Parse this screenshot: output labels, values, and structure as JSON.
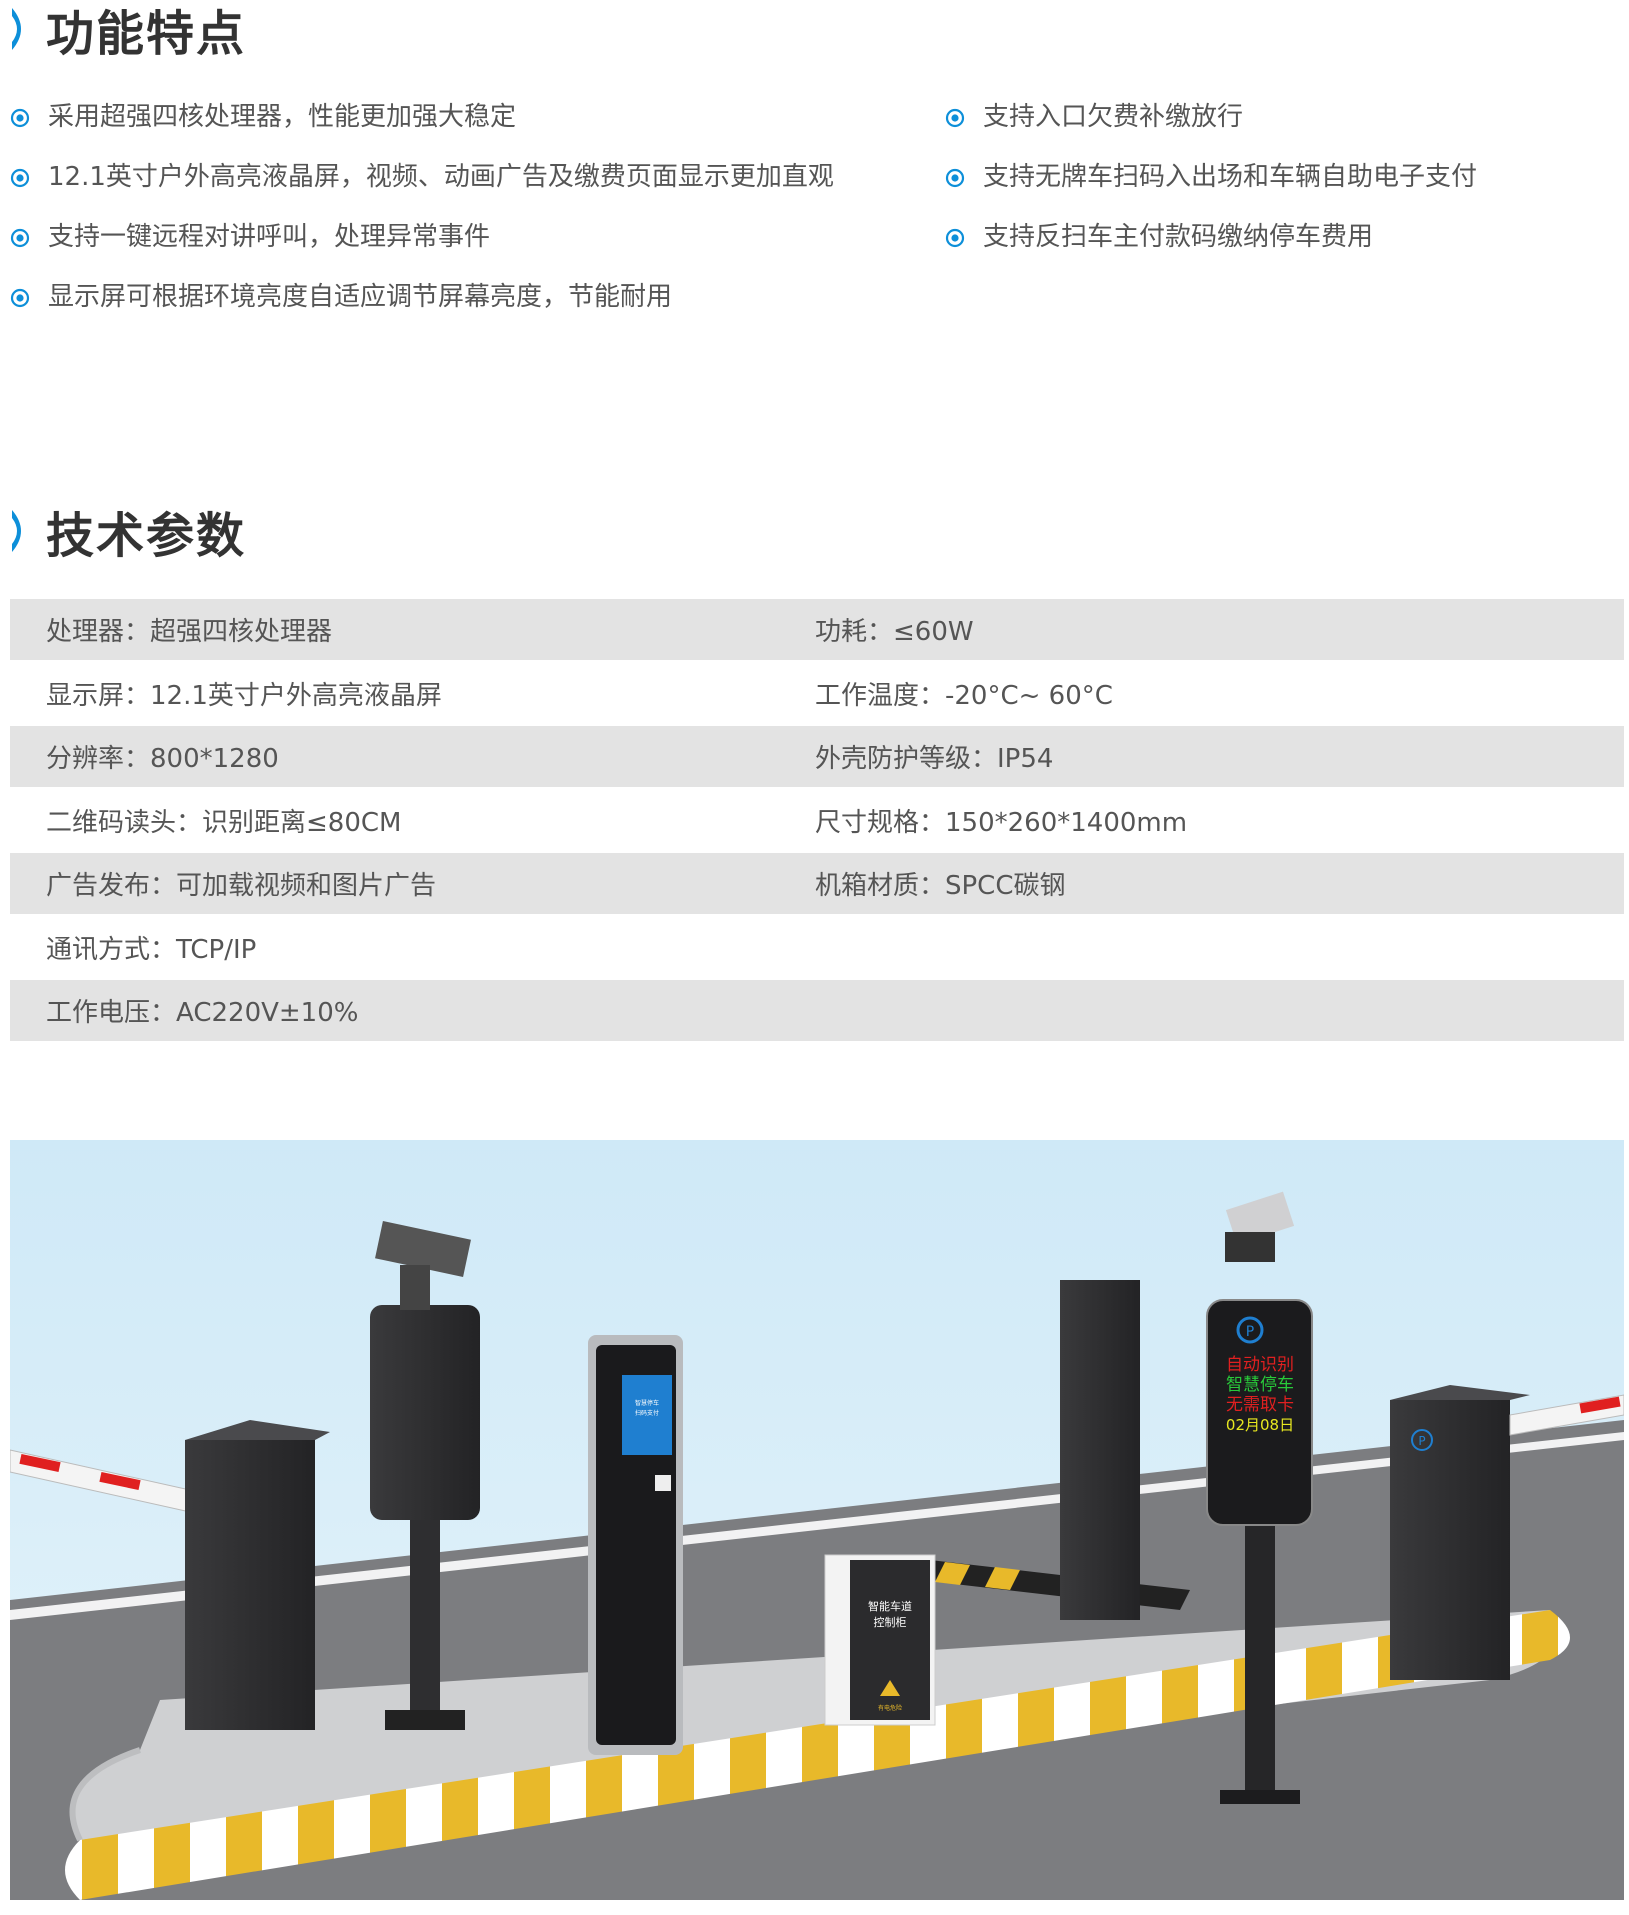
{
  "features": {
    "title": "功能特点",
    "left": [
      "采用超强四核处理器，性能更加强大稳定",
      "12.1英寸户外高亮液晶屏，视频、动画广告及缴费页面显示更加直观",
      "支持一键远程对讲呼叫，处理异常事件",
      "显示屏可根据环境亮度自适应调节屏幕亮度，节能耐用"
    ],
    "right": [
      "支持入口欠费补缴放行",
      "支持无牌车扫码入出场和车辆自助电子支付",
      "支持反扫车主付款码缴纳停车费用"
    ]
  },
  "specs": {
    "title": "技术参数",
    "rows": [
      [
        "处理器：超强四核处理器",
        "功耗：≤60W"
      ],
      [
        "显示屏：12.1英寸户外高亮液晶屏",
        "工作温度：-20°C~ 60°C"
      ],
      [
        "分辨率：800*1280",
        "外壳防护等级：IP54"
      ],
      [
        "二维码读头：识别距离≤80CM",
        "尺寸规格：150*260*1400mm"
      ],
      [
        "广告发布：可加载视频和图片广告",
        "机箱材质：SPCC碳钢"
      ],
      [
        "通讯方式：TCP/IP",
        ""
      ],
      [
        "工作电压：AC220V±10%",
        ""
      ]
    ]
  },
  "scene": {
    "kiosk_screen_line1": "智慧停车",
    "kiosk_screen_line2": "扫码支付",
    "cabinet_label_line1": "智能车道",
    "cabinet_label_line2": "控制柜",
    "cabinet_warning": "有电危险",
    "display_line1": "自动识别",
    "display_line2": "智慧停车",
    "display_line3": "无需取卡",
    "display_line4": "02月08日",
    "parking_symbol": "P"
  },
  "colors": {
    "accent_blue": "#0d8fd9",
    "row_shade": "#e3e3e3",
    "sky": "#d6eef9",
    "curb_yellow": "#e8b92a",
    "led_red": "#e02020",
    "led_green": "#29c93a"
  }
}
